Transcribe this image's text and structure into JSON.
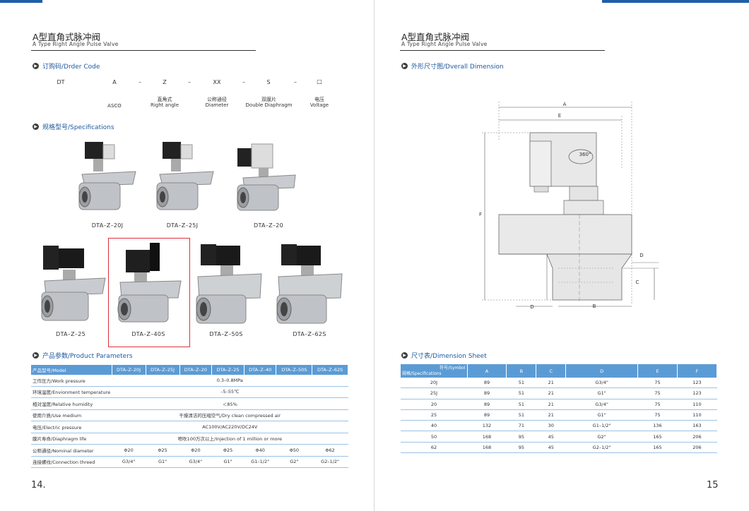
{
  "left": {
    "title": "A型直角式脉冲阀",
    "subtitle": "A Type Right Angle Pulse Valve",
    "order_section": "订购码/Drder Code",
    "order_codes": [
      {
        "code": "DT",
        "sep": "",
        "cn": "",
        "en": ""
      },
      {
        "code": "A",
        "sep": "–",
        "cn": "",
        "en": "ASCO"
      },
      {
        "code": "Z",
        "sep": "–",
        "cn": "直角式",
        "en": "Right angle"
      },
      {
        "code": "XX",
        "sep": "–",
        "cn": "公称通径",
        "en": "Diameter"
      },
      {
        "code": "S",
        "sep": "–",
        "cn": "双膜片",
        "en": "Double Diaphragm"
      },
      {
        "code": "□",
        "sep": "",
        "cn": "电压",
        "en": "Voltage"
      }
    ],
    "spec_section": "规格型号/Specifications",
    "models": [
      "DTA–Z–20J",
      "DTA–Z–25J",
      "DTA–Z–20",
      "DTA–Z–25",
      "DTA–Z–40S",
      "DTA–Z–50S",
      "DTA–Z–62S"
    ],
    "param_section": "产品参数/Product Parameters",
    "param_table": {
      "header": [
        "产品型号/Model",
        "DTA–Z–20J",
        "DTA–Z–25J",
        "DTA–Z–20",
        "DTA–Z–25",
        "DTA–Z–40",
        "DTA–Z–50S",
        "DTA–Z–62S"
      ],
      "rows": [
        {
          "label": "工作压力/Work pressure",
          "value": "0.3–0.8MPa"
        },
        {
          "label": "环境温度/Envionment temperature",
          "value": "–5–55℃"
        },
        {
          "label": "相对湿度/Relative humidity",
          "value": "＜85%"
        },
        {
          "label": "使用介质/Use medium",
          "value": "干燥清洁的压缩空气/Dry clean compressed air"
        },
        {
          "label": "电压/Electric pressure",
          "value": "AC100V/AC220V/DC24V"
        },
        {
          "label": "膜片寿命/Diaphragm life",
          "value": "喷吹100万次以上/Injection of 1 million or more"
        }
      ],
      "diameter": {
        "label": "公称通径/Nominal diameter",
        "values": [
          "Φ20",
          "Φ25",
          "Φ20",
          "Φ25",
          "Φ40",
          "Φ50",
          "Φ62"
        ]
      },
      "thread": {
        "label": "连接螺纹/Connection threed",
        "values": [
          "G3/4\"",
          "G1\"",
          "G3/4\"",
          "G1\"",
          "G1–1/2\"",
          "G2\"",
          "G2–1/2\""
        ]
      }
    },
    "page_no": "14."
  },
  "right": {
    "title": "A型直角式脉冲阀",
    "subtitle": "A Type Right Angle Pulse Valve",
    "dim_section": "外形尺寸图/Dverall Dimension",
    "drawing_labels": {
      "A": "A",
      "E": "E",
      "F": "F",
      "D": "D",
      "C": "C",
      "B": "B",
      "rot": "360°"
    },
    "sheet_section": "尺寸表/Dimension Sheet",
    "dim_table": {
      "corner_top": "符号/Symbol",
      "corner_bottom": "规格/Specifications",
      "cols": [
        "A",
        "B",
        "C",
        "D",
        "E",
        "F"
      ],
      "rows": [
        {
          "spec": "20J",
          "vals": [
            "89",
            "51",
            "21",
            "G3/4\"",
            "75",
            "123"
          ]
        },
        {
          "spec": "25J",
          "vals": [
            "89",
            "51",
            "21",
            "G1\"",
            "75",
            "123"
          ]
        },
        {
          "spec": "20",
          "vals": [
            "89",
            "51",
            "21",
            "G3/4\"",
            "75",
            "110"
          ]
        },
        {
          "spec": "25",
          "vals": [
            "89",
            "51",
            "21",
            "G1\"",
            "75",
            "110"
          ]
        },
        {
          "spec": "40",
          "vals": [
            "132",
            "71",
            "30",
            "G1–1/2\"",
            "136",
            "163"
          ]
        },
        {
          "spec": "50",
          "vals": [
            "168",
            "95",
            "45",
            "G2\"",
            "165",
            "206"
          ]
        },
        {
          "spec": "62",
          "vals": [
            "168",
            "95",
            "45",
            "G2–1/2\"",
            "165",
            "206"
          ]
        }
      ]
    },
    "page_no": "15"
  },
  "colors": {
    "accent": "#1e5aa0",
    "table_header": "#5b9bd5",
    "highlight_box": "#e0303a"
  }
}
